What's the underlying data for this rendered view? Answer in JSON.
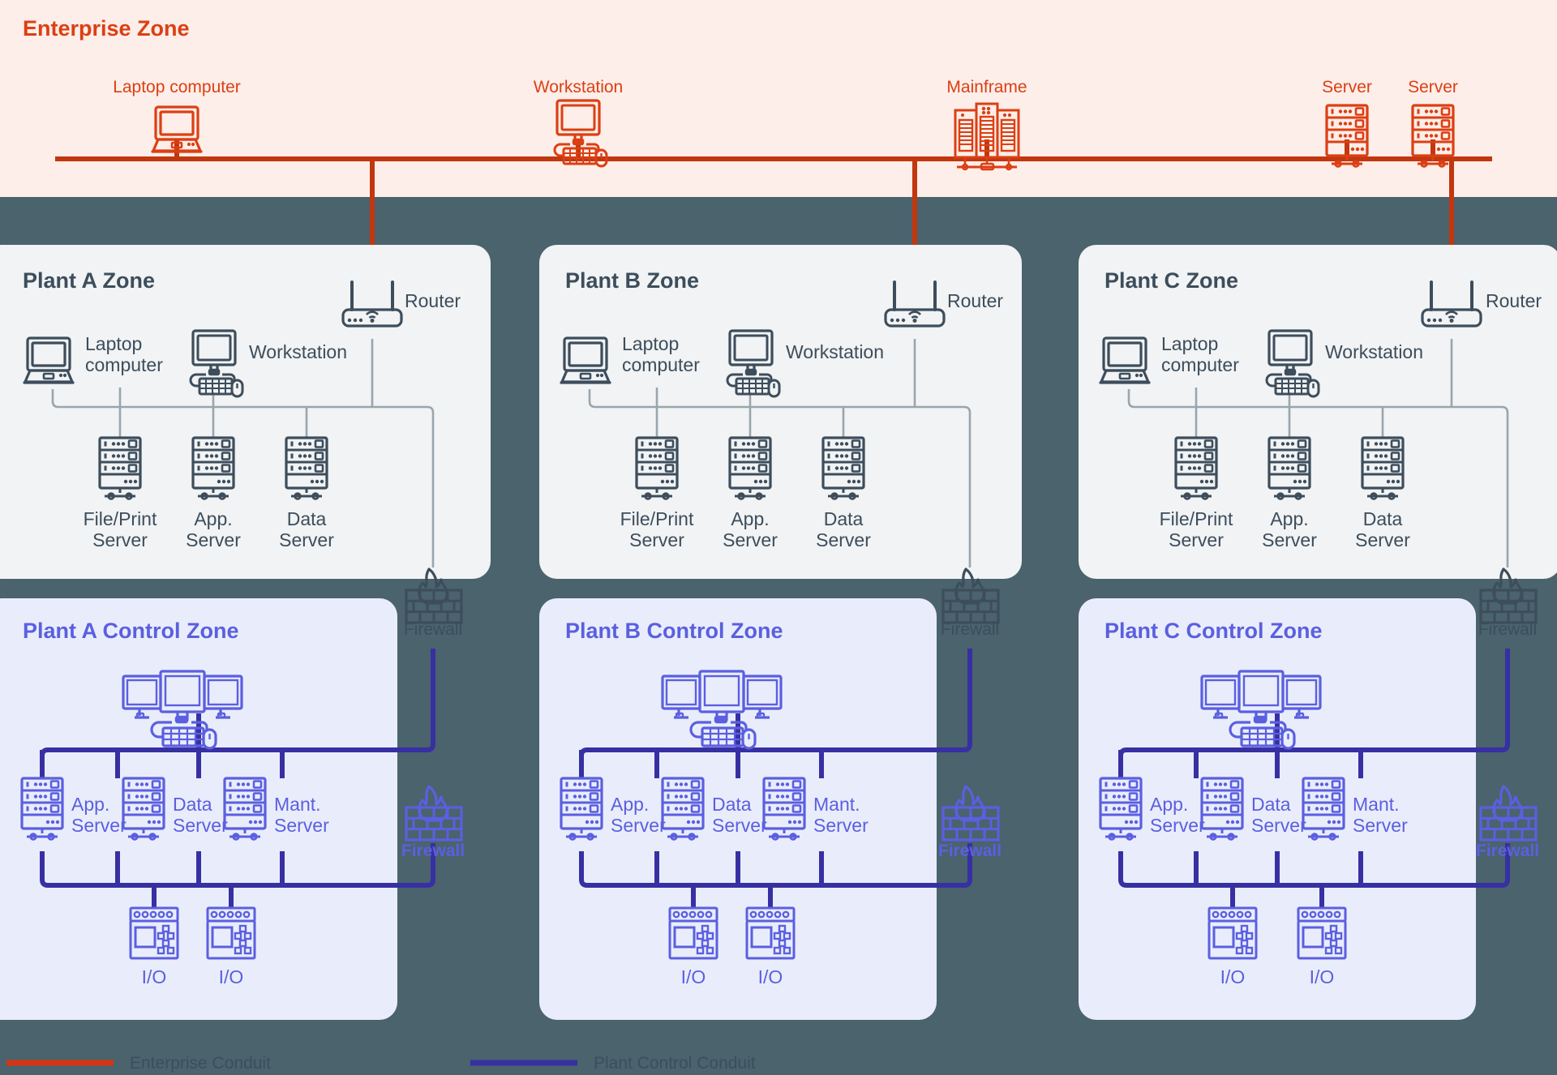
{
  "background_color": "#4a636d",
  "colors": {
    "enterprise_accent": "#dc3f13",
    "enterprise_zone_fill": "#fdeee9",
    "plant_zone_fill": "#f1f3f4",
    "plant_accent": "#3d4d5c",
    "control_zone_fill": "#e9edfb",
    "control_accent": "#5b5fe0",
    "control_conduit": "#3730a3"
  },
  "enterprise_zone": {
    "title": "Enterprise Zone",
    "nodes": [
      {
        "label": "Laptop computer",
        "icon": "laptop-icon"
      },
      {
        "label": "Workstation",
        "icon": "workstation-icon"
      },
      {
        "label": "Mainframe",
        "icon": "mainframe-icon"
      },
      {
        "label": "Server",
        "icon": "server-icon"
      },
      {
        "label": "Server",
        "icon": "server-icon"
      }
    ]
  },
  "plant_zones": [
    {
      "title": "Plant A Zone",
      "router_label": "Router",
      "laptop_label": "Laptop\ncomputer",
      "laptop_label_line1": "Laptop",
      "laptop_label_line2": "computer",
      "workstation_label": "Workstation",
      "servers": [
        {
          "line1": "File/Print",
          "line2": "Server"
        },
        {
          "line1": "App.",
          "line2": "Server"
        },
        {
          "line1": "Data",
          "line2": "Server"
        }
      ],
      "firewall_label": "Firewall"
    },
    {
      "title": "Plant B Zone",
      "router_label": "Router",
      "laptop_label_line1": "Laptop",
      "laptop_label_line2": "computer",
      "workstation_label": "Workstation",
      "servers": [
        {
          "line1": "File/Print",
          "line2": "Server"
        },
        {
          "line1": "App.",
          "line2": "Server"
        },
        {
          "line1": "Data",
          "line2": "Server"
        }
      ],
      "firewall_label": "Firewall"
    },
    {
      "title": "Plant C Zone",
      "router_label": "Router",
      "laptop_label_line1": "Laptop",
      "laptop_label_line2": "computer",
      "workstation_label": "Workstation",
      "servers": [
        {
          "line1": "File/Print",
          "line2": "Server"
        },
        {
          "line1": "App.",
          "line2": "Server"
        },
        {
          "line1": "Data",
          "line2": "Server"
        }
      ],
      "firewall_label": "Firewall"
    }
  ],
  "control_zones": [
    {
      "title": "Plant A Control Zone",
      "hmi_icon": "triple-monitor-workstation-icon",
      "servers": [
        {
          "line1": "App.",
          "line2": "Server"
        },
        {
          "line1": "Data",
          "line2": "Server"
        },
        {
          "line1": "Mant.",
          "line2": "Server"
        }
      ],
      "io_devices": [
        {
          "label": "I/O"
        },
        {
          "label": "I/O"
        }
      ],
      "firewall_label": "Firewall"
    },
    {
      "title": "Plant B Control Zone",
      "hmi_icon": "triple-monitor-workstation-icon",
      "servers": [
        {
          "line1": "App.",
          "line2": "Server"
        },
        {
          "line1": "Data",
          "line2": "Server"
        },
        {
          "line1": "Mant.",
          "line2": "Server"
        }
      ],
      "io_devices": [
        {
          "label": "I/O"
        },
        {
          "label": "I/O"
        }
      ],
      "firewall_label": "Firewall"
    },
    {
      "title": "Plant C Control Zone",
      "hmi_icon": "triple-monitor-workstation-icon",
      "servers": [
        {
          "line1": "App.",
          "line2": "Server"
        },
        {
          "line1": "Data",
          "line2": "Server"
        },
        {
          "line1": "Mant.",
          "line2": "Server"
        }
      ],
      "io_devices": [
        {
          "label": "I/O"
        },
        {
          "label": "I/O"
        }
      ],
      "firewall_label": "Firewall"
    }
  ],
  "legend": {
    "items": [
      {
        "label": "Enterprise Conduit",
        "color": "#dc3f13"
      },
      {
        "label": "Plant Control Conduit",
        "color": "#3730a3"
      }
    ]
  }
}
